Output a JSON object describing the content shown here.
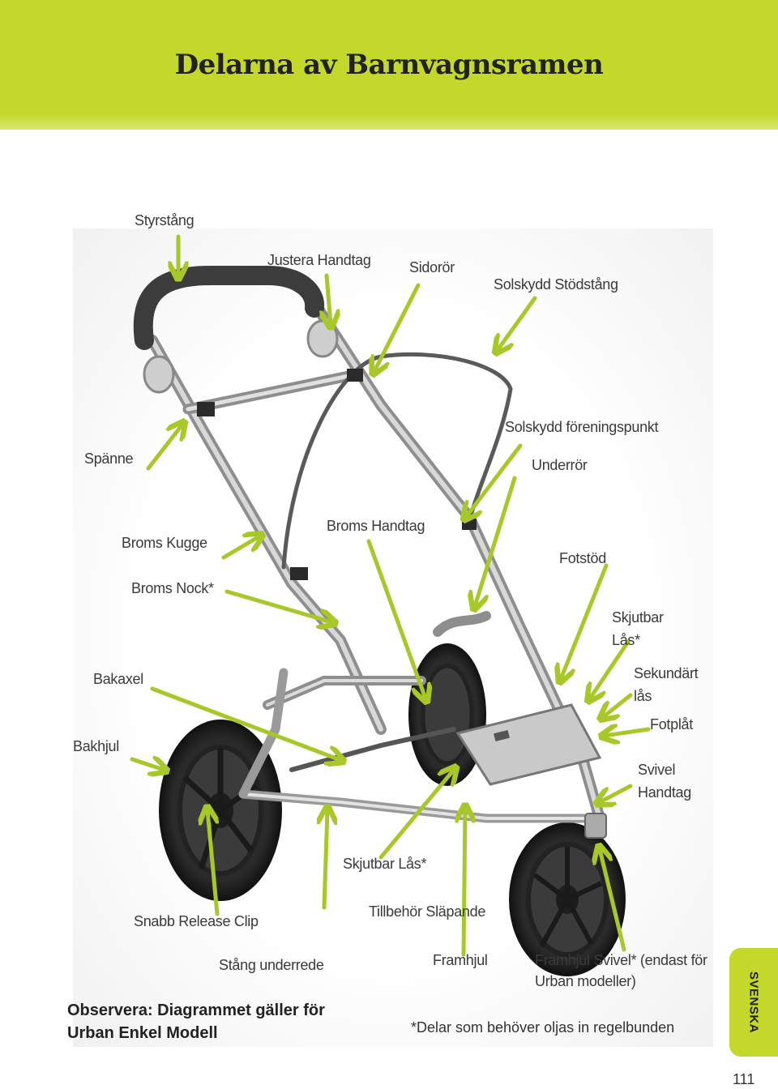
{
  "page_title": "Delarna av Barnvagnsramen",
  "labels": {
    "styrstang": "Styrstång",
    "justera_handtag": "Justera Handtag",
    "sidoror": "Sidorör",
    "solskydd_stodstang": "Solskydd Stödstång",
    "solskydd_foreningspunkt": "Solskydd föreningspunkt",
    "spanne": "Spänne",
    "underror": "Underrör",
    "broms_kugge": "Broms Kugge",
    "broms_handtag": "Broms Handtag",
    "fotstod": "Fotstöd",
    "broms_nock": "Broms Nock*",
    "skjutbar_las_top": "Skjutbar Lås*",
    "bakaxel": "Bakaxel",
    "sekundart_las": "Sekundärt lås",
    "fotplat": "Fotplåt",
    "bakhjul": "Bakhjul",
    "svivel_handtag": "Svivel Handtag",
    "skjutbar_las_mid": "Skjutbar Lås*",
    "snabb_release_clip": "Snabb Release Clip",
    "tillbehor_slapande": "Tillbehör Släpande",
    "stang_underrede": "Stång underrede",
    "framhjul": "Framhjul",
    "framhjul_svivel": "Framhjul Svivel* (endast för Urban modeller)"
  },
  "note": "Observera: Diagrammet gäller för Urban Enkel Modell",
  "footnote": "*Delar som behöver oljas in regelbunden",
  "side_tab": "SVENSKA",
  "page_number": "111",
  "colors": {
    "accent": "#c3d82a",
    "arrow": "#a8c82a",
    "text": "#333333"
  }
}
